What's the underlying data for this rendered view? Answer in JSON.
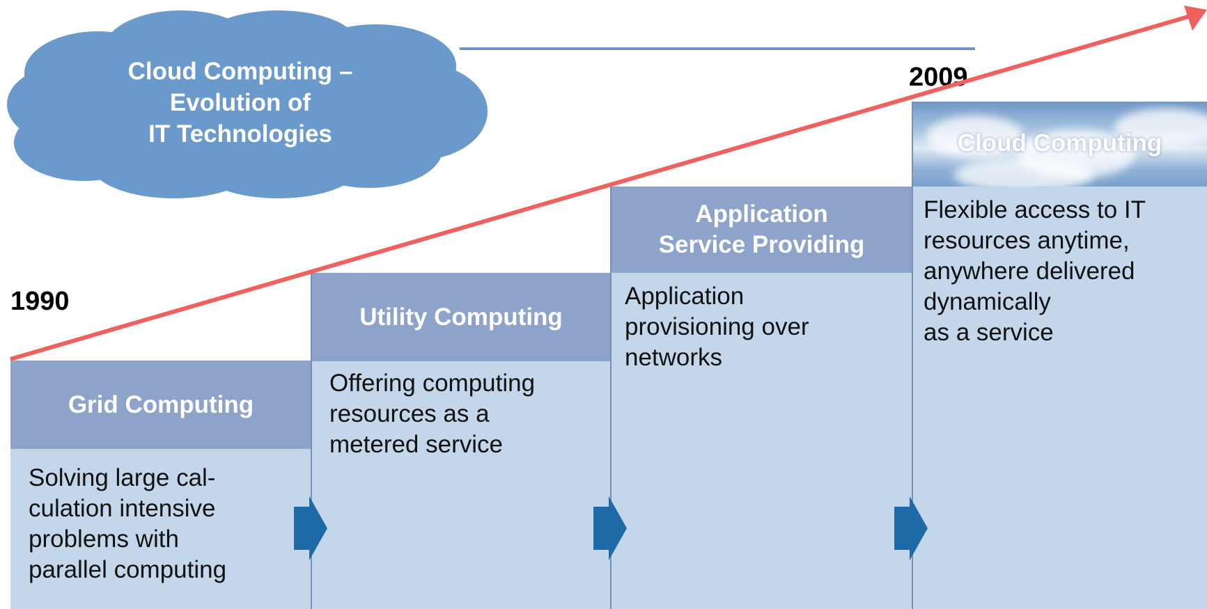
{
  "title": {
    "line1": "Cloud Computing –",
    "line2": "Evolution of",
    "line3": "IT Technologies"
  },
  "years": {
    "start": "1990",
    "end": "2009"
  },
  "stages": [
    {
      "name": "Grid Computing",
      "description": "Solving large cal-\nculation intensive\nproblems with\nparallel computing"
    },
    {
      "name": "Utility Computing",
      "description": "Offering computing\nresources as a\nmetered service"
    },
    {
      "name": "Application\nService Providing",
      "description": "Application\nprovisioning over\nnetworks"
    },
    {
      "name": "Cloud Computing",
      "description": "Flexible access to IT\nresources anytime,\nanywhere delivered\ndynamically\nas a service"
    }
  ],
  "colors": {
    "cloud": "#6a99cb",
    "header": "#8ea3ca",
    "body": "#c3d6ea",
    "trend_line": "#f0605f",
    "arrow": "#1d6aa7"
  }
}
